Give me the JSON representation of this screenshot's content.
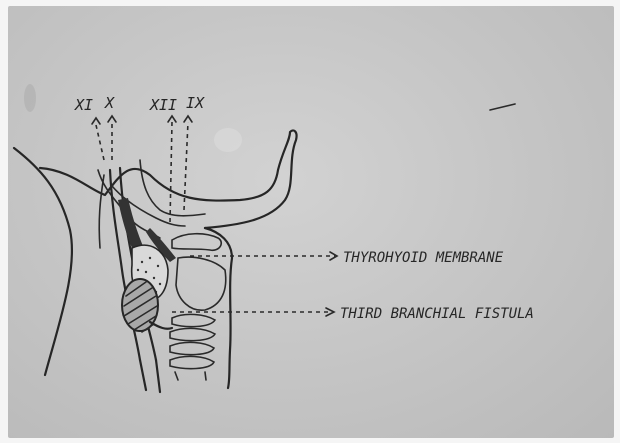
{
  "nerves": {
    "xi": "XI",
    "x": "X",
    "xii": "XII",
    "ix": "IX"
  },
  "labels": {
    "thyrohyoid": "THYROHYOID MEMBRANE",
    "fistula": "THIRD BRANCHIAL FISTULA"
  },
  "colors": {
    "paper": "#c6c6c6",
    "ink": "#262626",
    "border": "#f5f5f5"
  }
}
